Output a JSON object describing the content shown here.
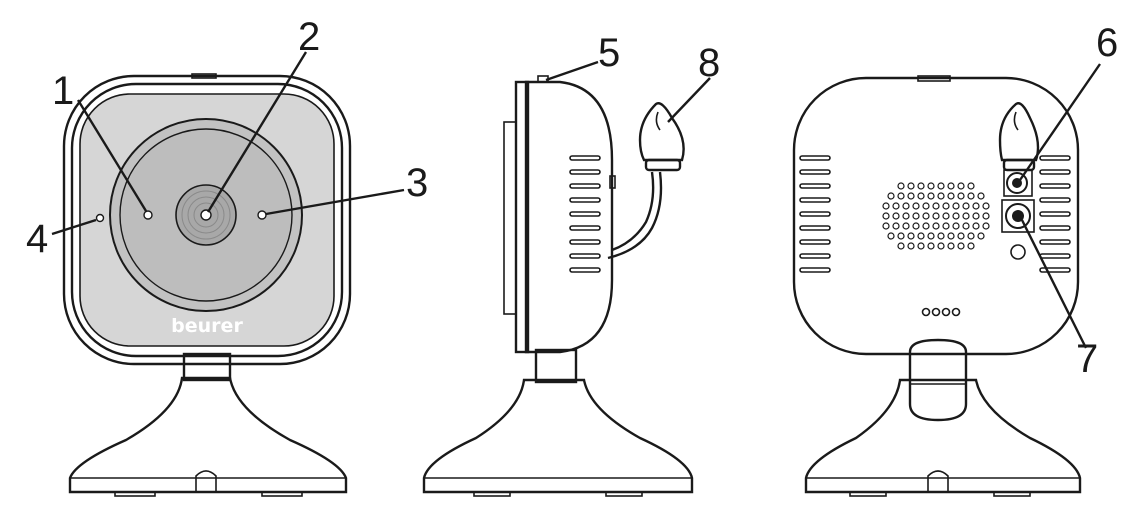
{
  "callouts": {
    "c1": "1",
    "c2": "2",
    "c3": "3",
    "c4": "4",
    "c5": "5",
    "c6": "6",
    "c7": "7",
    "c8": "8"
  },
  "brand": {
    "logo": "beurer"
  },
  "colors": {
    "stroke": "#1a1a1a",
    "panel": "#d6d6d6",
    "lens_ring": "#bdbdbd",
    "background": "#ffffff"
  }
}
